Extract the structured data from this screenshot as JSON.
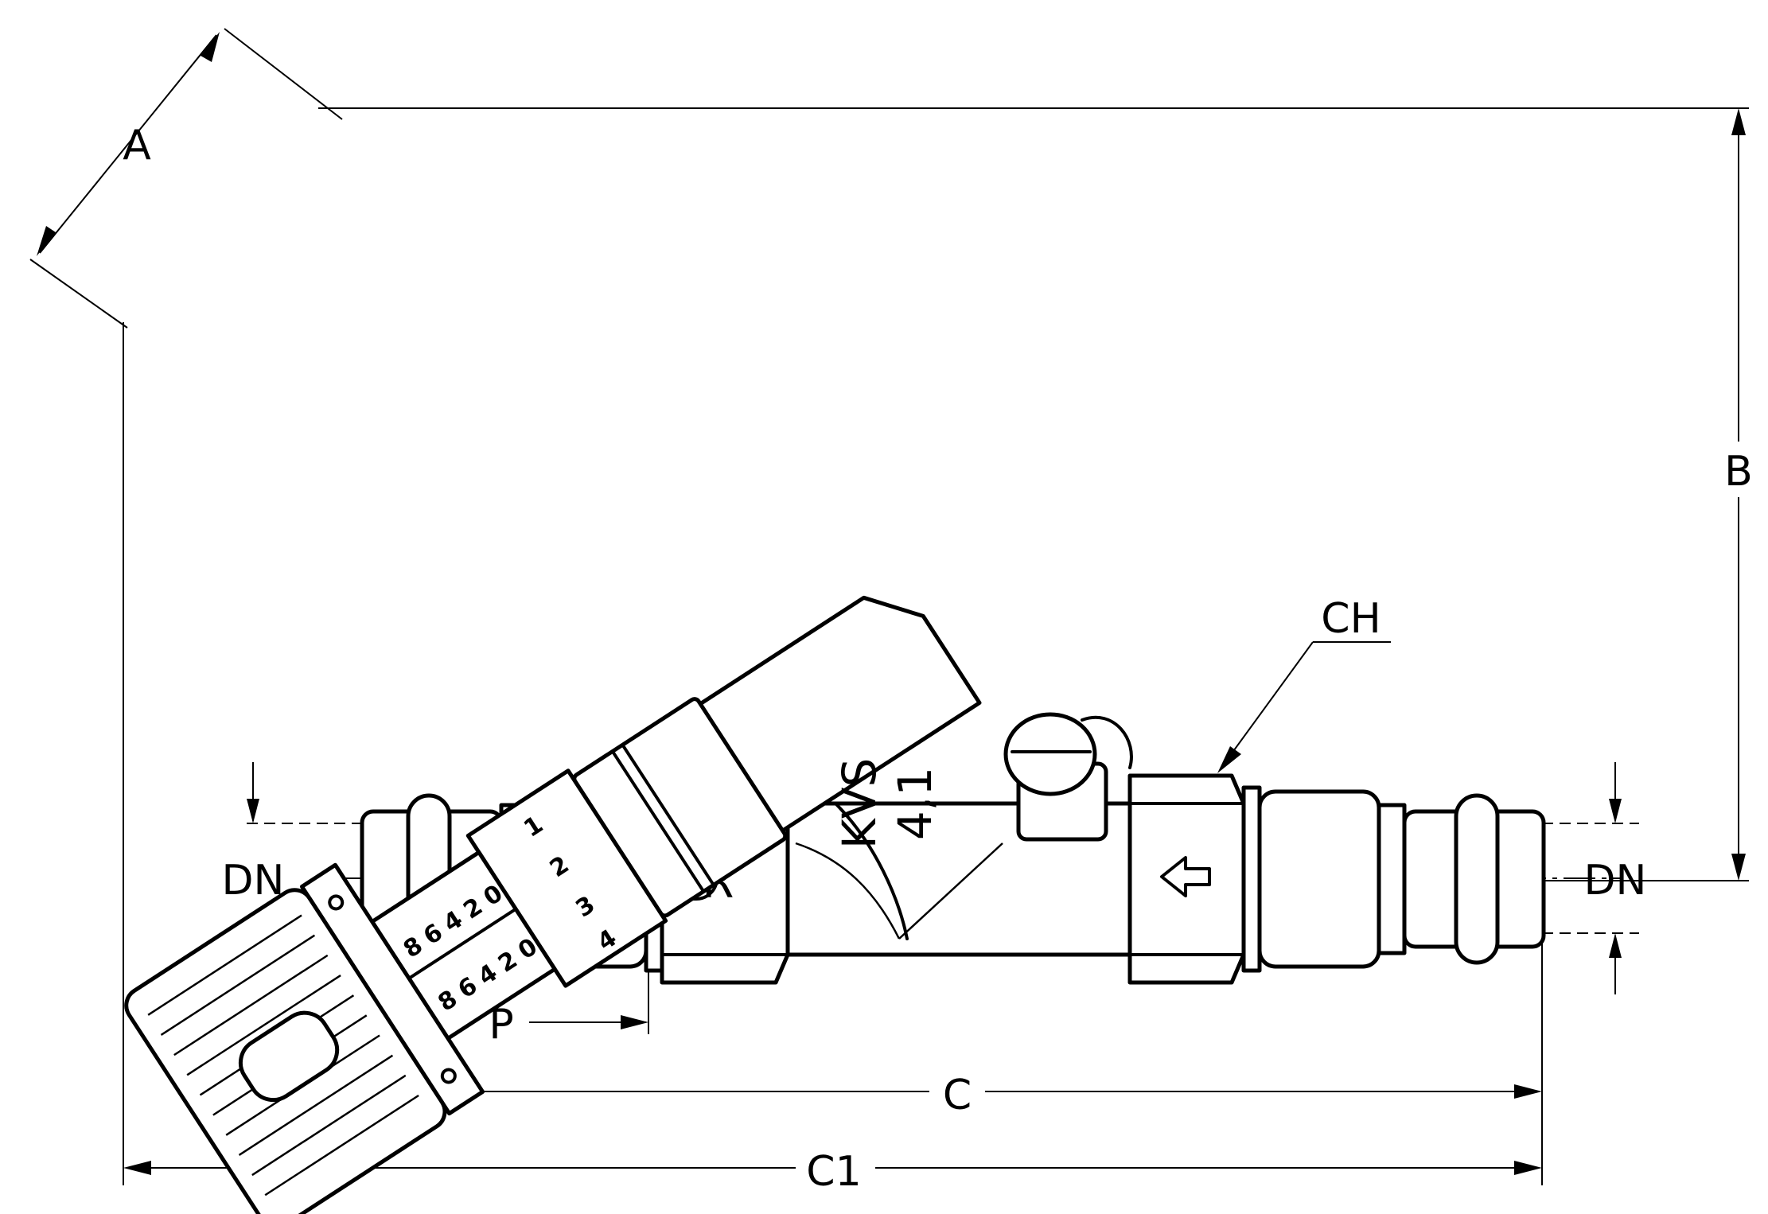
{
  "dimensions": {
    "a": "A",
    "b": "B",
    "c": "C",
    "c1": "C1",
    "p": "P",
    "ch": "CH",
    "dn_left": "DN",
    "dn_right": "DN"
  },
  "body_marking": {
    "model": "KVS",
    "value": "4,1",
    "logo": "DR"
  },
  "presetting_scale": {
    "ring_marks": [
      "1",
      "2",
      "3",
      "4"
    ],
    "upper_column": [
      "8",
      "6",
      "4",
      "2",
      "0"
    ],
    "lower_column": [
      "8",
      "6",
      "4",
      "2",
      "0"
    ]
  }
}
